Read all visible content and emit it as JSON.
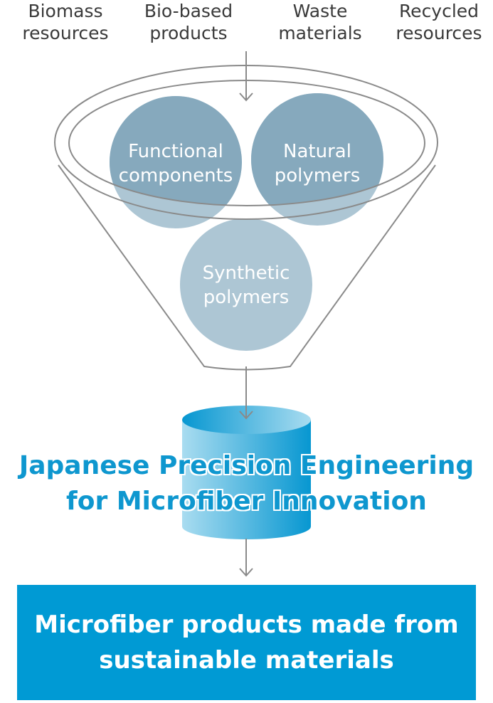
{
  "inputs": [
    {
      "line1": "Biomass",
      "line2": "resources"
    },
    {
      "line1": "Bio-based",
      "line2": "products"
    },
    {
      "line1": "Waste",
      "line2": "materials"
    },
    {
      "line1": "Recycled",
      "line2": "resources"
    }
  ],
  "circles": [
    {
      "line1": "Functional",
      "line2": "components"
    },
    {
      "line1": "Natural",
      "line2": "polymers"
    },
    {
      "line1": "Synthetic",
      "line2": "polymers"
    }
  ],
  "process": {
    "line1": "Japanese Precision Engineering",
    "line2": "for Microfiber Innovation"
  },
  "output": {
    "line1": "Microfiber products made from",
    "line2": "sustainable materials"
  },
  "colors": {
    "accent": "#009ad4",
    "circle_dark": "#86a9bd",
    "circle_light": "#adc6d4",
    "line": "#8a8a8a"
  }
}
